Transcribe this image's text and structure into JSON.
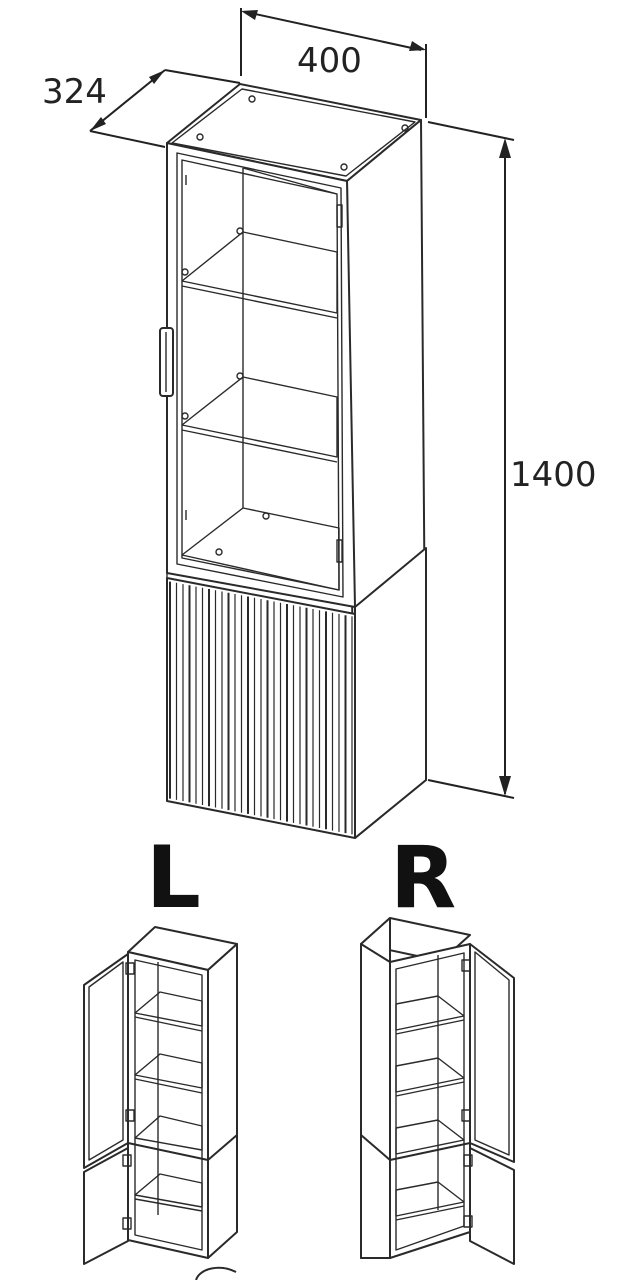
{
  "dimensions": {
    "width": "400",
    "depth": "324",
    "height": "1400"
  },
  "variants": {
    "left": "L",
    "right": "R"
  },
  "icons": {
    "hinge": "hinge-icon",
    "handle": "handle-icon"
  },
  "colors": {
    "line": "#2a2a2a",
    "background": "#ffffff"
  }
}
